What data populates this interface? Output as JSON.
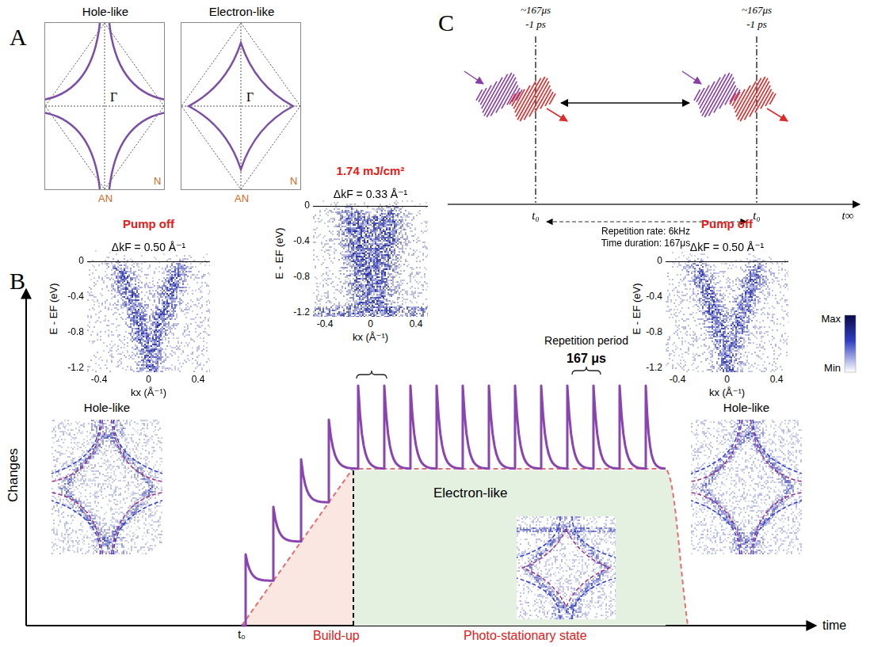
{
  "diagram": {
    "nodes": [
      {
        "text": [
          "Hole-like",
          "Γ",
          "AN",
          "N"
        ]
      },
      {
        "text": [
          "Electron-like",
          "Γ",
          "AN",
          "N"
        ]
      },
      {
        "text": [
          "Pump off",
          "ΔkF = 0.50 Å⁻¹"
        ]
      },
      {
        "text": [
          "1.74 mJ/cm²",
          "ΔkF = 0.33 Å⁻¹"
        ]
      },
      {
        "text": [
          "Pump off",
          "ΔkF = 0.50 Å⁻¹"
        ]
      },
      {
        "text": [
          "Hole-like"
        ]
      },
      {
        "text": [
          "Electron-like"
        ]
      },
      {
        "text": [
          "Hole-like"
        ]
      }
    ],
    "labels": [
      "A",
      "C",
      "B",
      "~167μs",
      "-1 ps",
      "~167μs",
      "-1 ps",
      "t₀",
      "t₀",
      "t∞",
      "Repetition rate: 6kHz",
      "Time duration: 167μs",
      "E - EF (eV)",
      "0",
      "-0.4",
      "-0.8",
      "-1.2",
      "-0.4",
      "0",
      "0.4",
      "kx (Å⁻¹)",
      "E - EF (eV)",
      "0",
      "-0.4",
      "-0.8",
      "-1.2",
      "-0.4",
      "0",
      "0.4",
      "kx (Å⁻¹)",
      "E - EF (eV)",
      "0",
      "-0.4",
      "-0.8",
      "-1.2",
      "-0.4",
      "0",
      "0.4",
      "kx (Å⁻¹)",
      "Repetition period",
      "167 μs",
      "Max",
      "Min",
      "Changes",
      "time",
      "t₀",
      "Build-up",
      "Photo-stationary state"
    ]
  }
}
